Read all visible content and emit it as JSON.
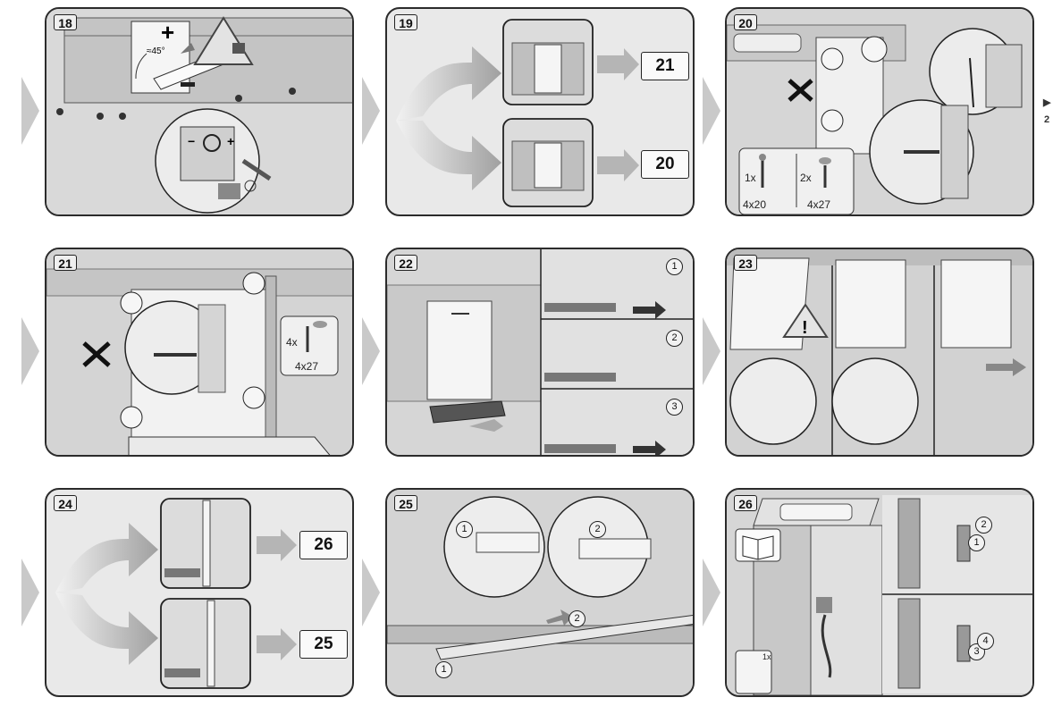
{
  "steps": [
    {
      "num": "18",
      "angle": "≈45°"
    },
    {
      "num": "19",
      "ref_top": "21",
      "ref_bottom": "20"
    },
    {
      "num": "20",
      "screw_a_qty": "1x",
      "screw_a_size": "4x20",
      "screw_b_qty": "2x",
      "screw_b_size": "4x27"
    },
    {
      "num": "21",
      "screw_qty": "4x",
      "screw_size": "4x27"
    },
    {
      "num": "22",
      "sub1": "1",
      "sub2": "2",
      "sub3": "3"
    },
    {
      "num": "23"
    },
    {
      "num": "24",
      "ref_top": "26",
      "ref_bottom": "25"
    },
    {
      "num": "25",
      "sub1": "1",
      "sub2": "2",
      "arrow_num": "2",
      "strip_num": "1"
    },
    {
      "num": "26",
      "qty": "1x",
      "sub1": "1",
      "sub2": "2",
      "sub3": "3",
      "sub4": "4"
    }
  ],
  "edge_next": "2",
  "colors": {
    "panel_bg": "#d2d2d2",
    "cabinet": "#bdbdbd",
    "border": "#2b2b2b",
    "arrow": "#a9a9a9"
  }
}
